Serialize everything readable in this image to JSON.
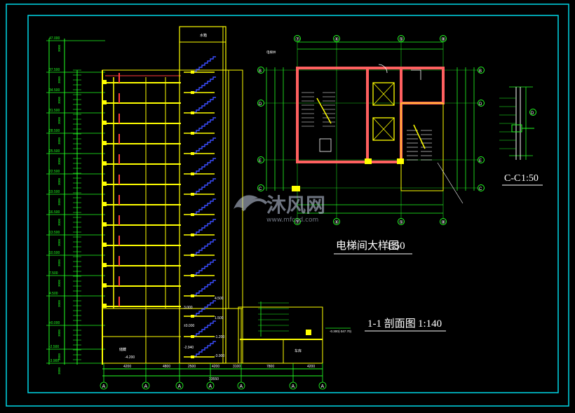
{
  "drawing": {
    "elevation_levels": [
      "47.000",
      "37.500",
      "34.500",
      "31.500",
      "28.500",
      "25.500",
      "22.500",
      "19.500",
      "16.500",
      "13.500",
      "10.500",
      "7.500",
      "4.500",
      "±0.000",
      "-2.500",
      "-3.900"
    ],
    "bottom_dims": [
      "4200",
      "4800",
      "2500",
      "4200",
      "3100",
      "7800",
      "4200"
    ],
    "bottom_total": "33550",
    "axis_bubble_label": "A",
    "section_level_labels": [
      "4.500",
      "1.500",
      "3.000",
      "±0.000",
      "-1.200",
      "-2.940",
      "-3.900"
    ],
    "section_note": "-0.300(-347.70)",
    "elevator_axis_top": [
      "⑦",
      "④",
      "⑤",
      "⑧"
    ],
    "elevator_axis_bottom": [
      "⑦",
      "④",
      "⑤",
      "⑧"
    ],
    "elevator_axis_side": [
      "B",
      "D",
      "E",
      "C"
    ],
    "detail_label_right": "D"
  },
  "titles": {
    "elevator_title": "电梯间大样图",
    "elevator_scale": "1:50",
    "section_title": "1-1 剖面图",
    "section_scale": "1:140",
    "detail_title": "C-C",
    "detail_scale": "1:50"
  },
  "watermark": {
    "brand": "沐风网",
    "url": "www.mfcad.com"
  },
  "colors": {
    "frame": "#00d8e8",
    "dim": "#22ff22",
    "wall": "#ffff00",
    "slab": "#ff3b3b",
    "stair": "#3b4dff",
    "text": "#ffffff"
  }
}
